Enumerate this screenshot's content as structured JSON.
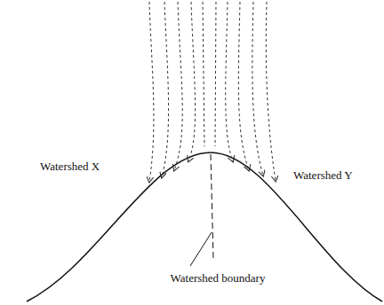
{
  "diagram": {
    "labels": [
      "Watershed X",
      "Watershed Y",
      "Watershed boundary"
    ]
  }
}
